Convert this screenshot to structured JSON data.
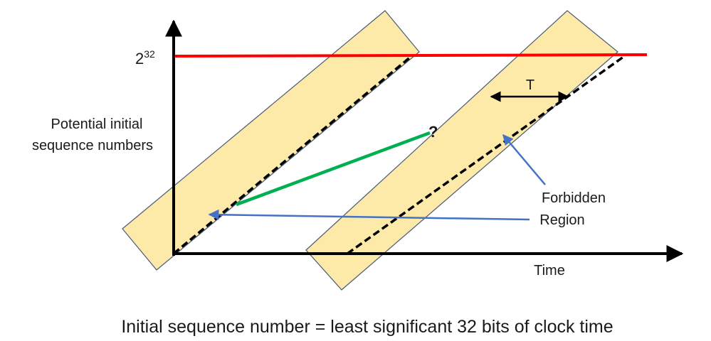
{
  "y_max_label": {
    "base": "2",
    "exponent": "32"
  },
  "y_axis_label": {
    "line1": "Potential initial",
    "line2": "sequence numbers"
  },
  "x_axis_label": "Time",
  "period_label": "T",
  "question_mark": "?",
  "forbidden_label": {
    "line1": "Forbidden",
    "line2": "Region"
  },
  "caption": "Initial sequence number = least significant 32 bits of clock time",
  "colors": {
    "axis": "#000000",
    "limit_line": "#ff0000",
    "forbidden_fill": "#fde9a8",
    "forbidden_stroke": "#4a5a78",
    "green_line": "#00b050",
    "blue_arrow": "#4472c4"
  }
}
